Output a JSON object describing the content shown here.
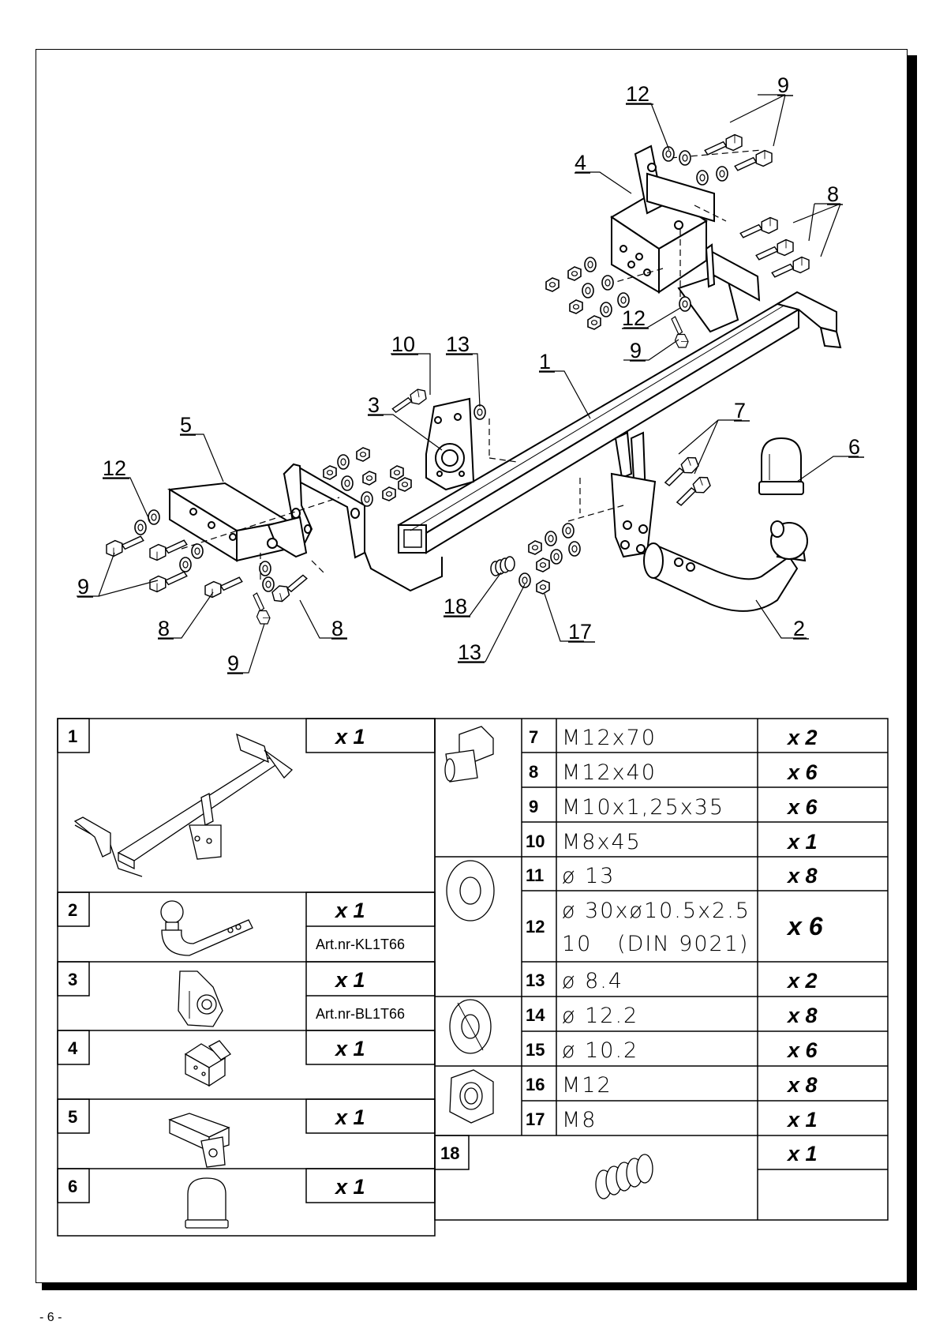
{
  "page_number": "- 6 -",
  "callouts": [
    {
      "id": "c12a",
      "text": "12"
    },
    {
      "id": "c9a",
      "text": "9"
    },
    {
      "id": "c4",
      "text": "4"
    },
    {
      "id": "c8a",
      "text": "8"
    },
    {
      "id": "c12b",
      "text": "12"
    },
    {
      "id": "c9b",
      "text": "9"
    },
    {
      "id": "c10",
      "text": "10"
    },
    {
      "id": "c13a",
      "text": "13"
    },
    {
      "id": "c1",
      "text": "1"
    },
    {
      "id": "c3",
      "text": "3"
    },
    {
      "id": "c5",
      "text": "5"
    },
    {
      "id": "c12c",
      "text": "12"
    },
    {
      "id": "c7",
      "text": "7"
    },
    {
      "id": "c6",
      "text": "6"
    },
    {
      "id": "c9c",
      "text": "9"
    },
    {
      "id": "c8b",
      "text": "8"
    },
    {
      "id": "c8c",
      "text": "8"
    },
    {
      "id": "c9d",
      "text": "9"
    },
    {
      "id": "c18",
      "text": "18"
    },
    {
      "id": "c13b",
      "text": "13"
    },
    {
      "id": "c17",
      "text": "17"
    },
    {
      "id": "c2",
      "text": "2"
    }
  ],
  "parts_left": [
    {
      "num": "1",
      "qty": "x 1",
      "art": ""
    },
    {
      "num": "2",
      "qty": "x 1",
      "art": "Art.nr-KL1T66"
    },
    {
      "num": "3",
      "qty": "x 1",
      "art": "Art.nr-BL1T66"
    },
    {
      "num": "4",
      "qty": "x 1",
      "art": ""
    },
    {
      "num": "5",
      "qty": "x 1",
      "art": ""
    },
    {
      "num": "6",
      "qty": "x 1",
      "art": ""
    }
  ],
  "parts_right": [
    {
      "num": "7",
      "spec": "M12x70",
      "qty": "x 2"
    },
    {
      "num": "8",
      "spec": "M12x40",
      "qty": "x 6"
    },
    {
      "num": "9",
      "spec": "M10x1,25x35",
      "qty": "x 6"
    },
    {
      "num": "10",
      "spec": "M8x45",
      "qty": "x 1"
    },
    {
      "num": "11",
      "spec": "ø 13",
      "qty": "x 8"
    },
    {
      "num": "12",
      "spec": "ø 30xø10.5x2.5",
      "spec2": "10   (DIN 9021)",
      "qty": "x 6"
    },
    {
      "num": "13",
      "spec": "ø 8.4",
      "qty": "x 2"
    },
    {
      "num": "14",
      "spec": "ø 12.2",
      "qty": "x 8"
    },
    {
      "num": "15",
      "spec": "ø 10.2",
      "qty": "x 6"
    },
    {
      "num": "16",
      "spec": "M12",
      "qty": "x 8"
    },
    {
      "num": "17",
      "spec": "M8",
      "qty": "x 1"
    },
    {
      "num": "18",
      "spec": "",
      "qty": "x 1"
    }
  ]
}
